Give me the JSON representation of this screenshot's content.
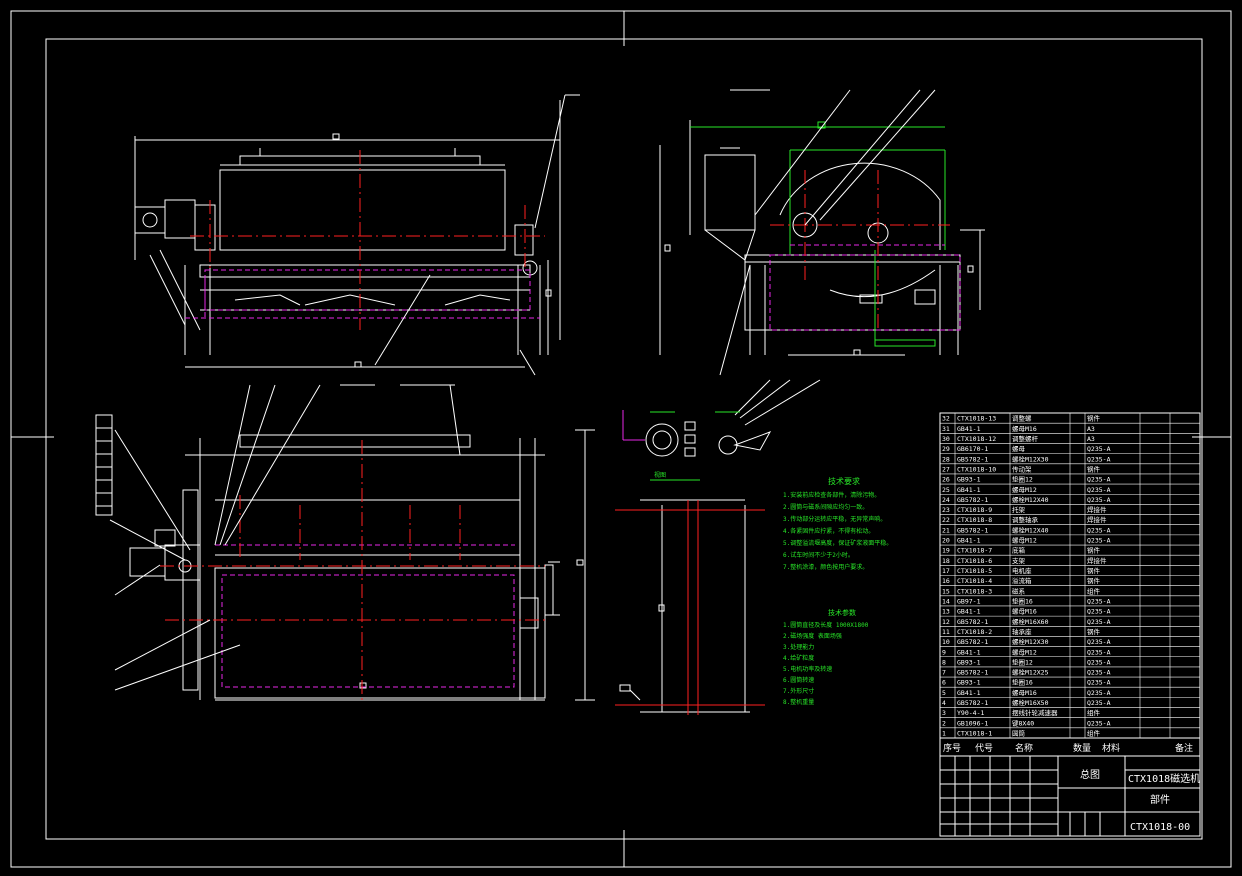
{
  "title_block": {
    "drawing_title": "总图",
    "machine_name": "CTX1018磁选机",
    "drawing_code": "CTX1018-00",
    "sheet_type": "部件"
  },
  "bom_header": {
    "seq": "序号",
    "code": "代号",
    "name": "名称",
    "qty": "数量",
    "material": "材料",
    "remark": "备注"
  },
  "bom_rows": [
    {
      "seq": "32",
      "code": "CTX1018-13",
      "name": "调整螺",
      "material": "钢件"
    },
    {
      "seq": "31",
      "code": "GB41-1",
      "name": "螺母M16",
      "material": "A3"
    },
    {
      "seq": "30",
      "code": "CTX1018-12",
      "name": "调整螺杆",
      "material": "A3"
    },
    {
      "seq": "29",
      "code": "GB6170-1",
      "name": "螺母",
      "material": "Q235-A"
    },
    {
      "seq": "28",
      "code": "GB5782-1",
      "name": "螺栓M12X30",
      "material": "Q235-A"
    },
    {
      "seq": "27",
      "code": "CTX1018-10",
      "name": "传动架",
      "material": "钢件"
    },
    {
      "seq": "26",
      "code": "GB93-1",
      "name": "垫圈12",
      "material": "Q235-A"
    },
    {
      "seq": "25",
      "code": "GB41-1",
      "name": "螺母M12",
      "material": "Q235-A"
    },
    {
      "seq": "24",
      "code": "GB5782-1",
      "name": "螺栓M12X40",
      "material": "Q235-A"
    },
    {
      "seq": "23",
      "code": "CTX1018-9",
      "name": "托架",
      "material": "焊接件"
    },
    {
      "seq": "22",
      "code": "CTX1018-8",
      "name": "调整轴承",
      "material": "焊接件"
    },
    {
      "seq": "21",
      "code": "GB5782-1",
      "name": "螺栓M12X40",
      "material": "Q235-A"
    },
    {
      "seq": "20",
      "code": "GB41-1",
      "name": "螺母M12",
      "material": "Q235-A"
    },
    {
      "seq": "19",
      "code": "CTX1018-7",
      "name": "底箱",
      "material": "钢件"
    },
    {
      "seq": "18",
      "code": "CTX1018-6",
      "name": "支架",
      "material": "焊接件"
    },
    {
      "seq": "17",
      "code": "CTX1018-5",
      "name": "电机座",
      "material": "钢件"
    },
    {
      "seq": "16",
      "code": "CTX1018-4",
      "name": "溢流箱",
      "material": "钢件"
    },
    {
      "seq": "15",
      "code": "CTX1018-3",
      "name": "磁系",
      "material": "组件"
    },
    {
      "seq": "14",
      "code": "GB97-1",
      "name": "垫圈16",
      "material": "Q235-A"
    },
    {
      "seq": "13",
      "code": "GB41-1",
      "name": "螺母M16",
      "material": "Q235-A"
    },
    {
      "seq": "12",
      "code": "GB5782-1",
      "name": "螺栓M16X60",
      "material": "Q235-A"
    },
    {
      "seq": "11",
      "code": "CTX1018-2",
      "name": "轴承座",
      "material": "钢件"
    },
    {
      "seq": "10",
      "code": "GB5782-1",
      "name": "螺栓M12X30",
      "material": "Q235-A"
    },
    {
      "seq": "9",
      "code": "GB41-1",
      "name": "螺母M12",
      "material": "Q235-A"
    },
    {
      "seq": "8",
      "code": "GB93-1",
      "name": "垫圈12",
      "material": "Q235-A"
    },
    {
      "seq": "7",
      "code": "GB5782-1",
      "name": "螺栓M12X25",
      "material": "Q235-A"
    },
    {
      "seq": "6",
      "code": "GB93-1",
      "name": "垫圈16",
      "material": "Q235-A"
    },
    {
      "seq": "5",
      "code": "GB41-1",
      "name": "螺母M16",
      "material": "Q235-A"
    },
    {
      "seq": "4",
      "code": "GB5782-1",
      "name": "螺栓M16X50",
      "material": "Q235-A"
    },
    {
      "seq": "3",
      "code": "Y90-4-1",
      "name": "摆线针轮减速器",
      "material": "组件"
    },
    {
      "seq": "2",
      "code": "GB1096-1",
      "name": "键8X40",
      "material": "Q235-A"
    },
    {
      "seq": "1",
      "code": "CTX1018-1",
      "name": "圆筒",
      "material": "组件"
    }
  ],
  "notes": {
    "tech_title": "技术要求",
    "tech_lines": [
      "1.安装前应检查各部件，清除污物。",
      "2.圆筒与磁系间隙应均匀一致。",
      "3.传动部分运转应平稳，无异常声响。",
      "4.各紧固件应拧紧，不得有松动。",
      "5.调整溢流堰高度，保证矿浆液面平稳。",
      "6.试车时间不少于2小时。",
      "7.整机涂漆，颜色按用户要求。"
    ],
    "spec_title": "技术参数",
    "spec_lines": [
      "1.圆筒直径及长度 1000X1800",
      "2.磁场强度 表面场强",
      "3.处理能力",
      "4.给矿粒度",
      "5.电机功率及转速",
      "6.圆筒转速",
      "7.外形尺寸",
      "8.整机重量"
    ]
  },
  "section_label": "视图"
}
